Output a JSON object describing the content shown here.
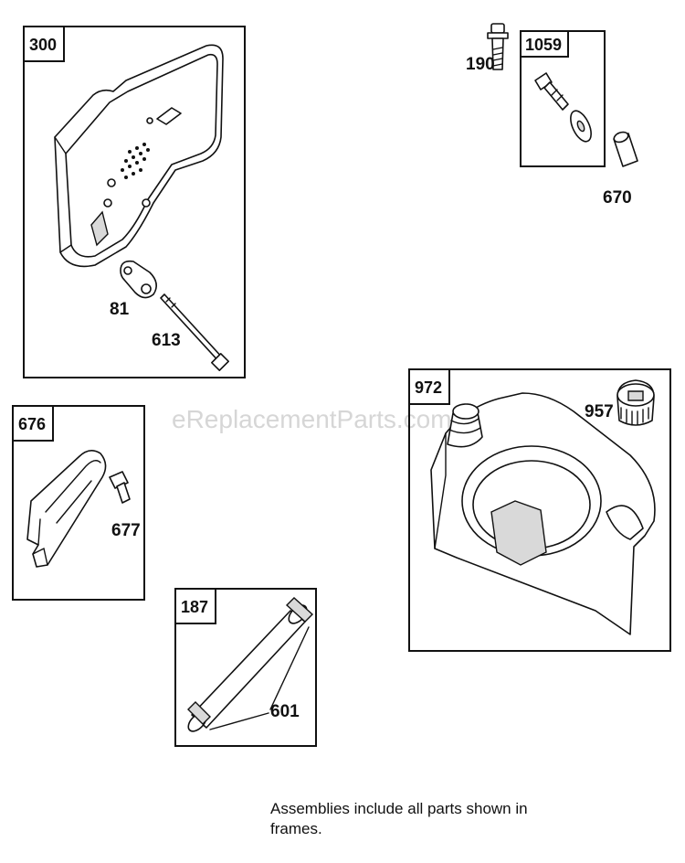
{
  "watermark": "eReplacementParts.com",
  "frames": {
    "f300": "300",
    "f1059": "1059",
    "f676": "676",
    "f187": "187",
    "f972": "972"
  },
  "parts": {
    "p190": "190",
    "p670": "670",
    "p81": "81",
    "p613": "613",
    "p677": "677",
    "p601": "601",
    "p957": "957"
  },
  "footnote": "Assemblies include all parts shown in frames."
}
